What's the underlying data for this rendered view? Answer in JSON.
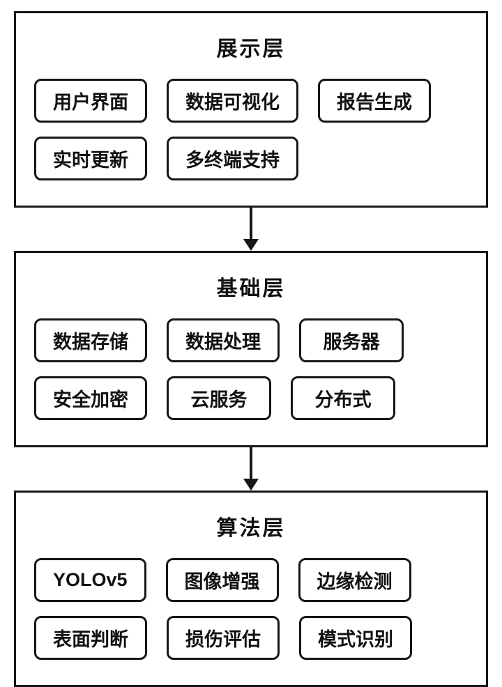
{
  "diagram": {
    "layers": [
      {
        "title": "展示层",
        "rows": [
          [
            "用户界面",
            "数据可视化",
            "报告生成"
          ],
          [
            "实时更新",
            "多终端支持"
          ]
        ]
      },
      {
        "title": "基础层",
        "rows": [
          [
            "数据存储",
            "数据处理",
            "服务器"
          ],
          [
            "安全加密",
            "云服务",
            "分布式"
          ]
        ]
      },
      {
        "title": "算法层",
        "rows": [
          [
            "YOLOv5",
            "图像增强",
            "边缘检测"
          ],
          [
            "表面判断",
            "损伤评估",
            "模式识别"
          ]
        ]
      }
    ]
  }
}
